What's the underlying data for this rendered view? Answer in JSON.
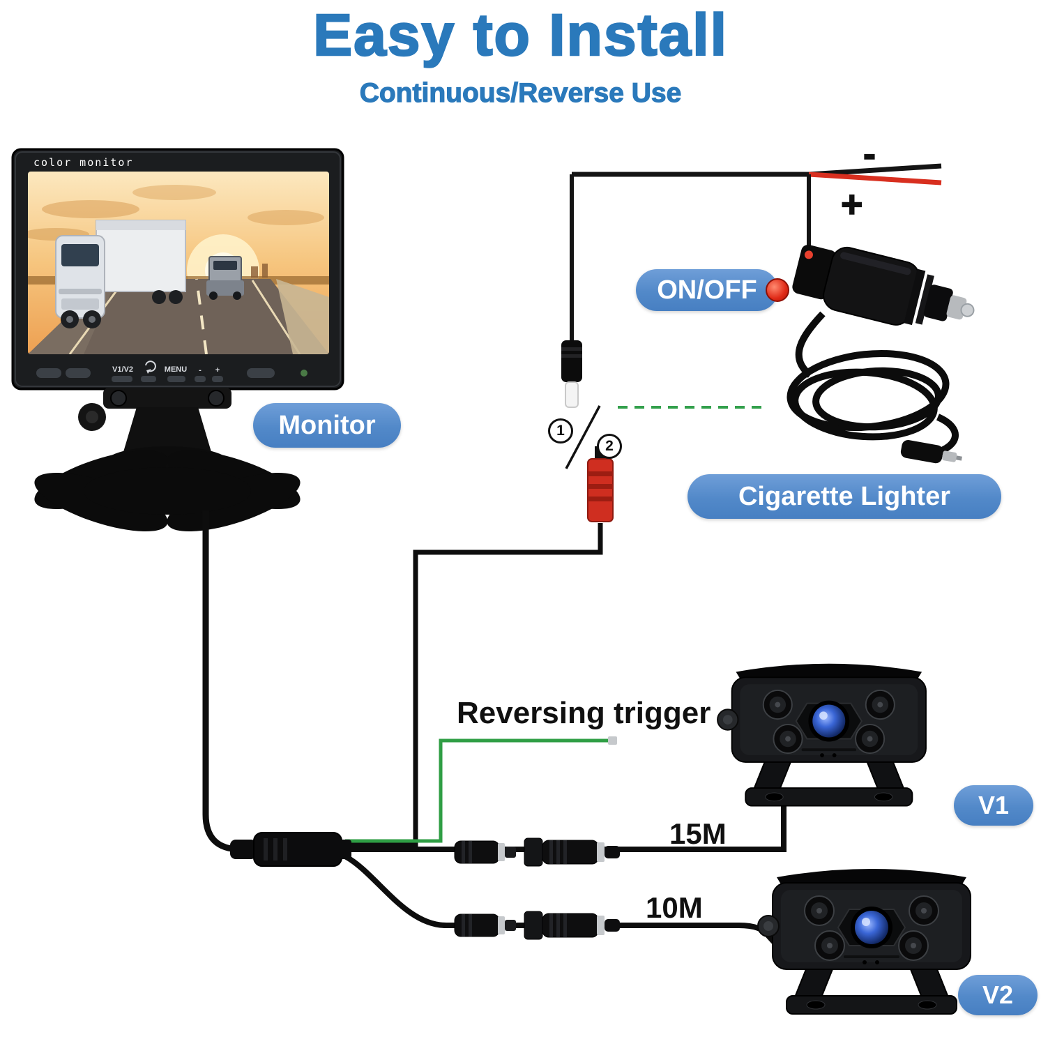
{
  "page": {
    "title": "Easy to Install",
    "subtitle": "Continuous/Reverse Use"
  },
  "monitor": {
    "label": "Monitor",
    "bezel_text": "color monitor",
    "buttons": {
      "input": "V1/V2",
      "menu": "MENU",
      "minus": "-",
      "plus": "+"
    }
  },
  "power": {
    "on_off_label": "ON/OFF",
    "device_label": "Cigarette Lighter",
    "wire_negative": "-",
    "wire_positive": "+",
    "step_1": "1",
    "step_2": "2"
  },
  "trigger": {
    "label": "Reversing trigger"
  },
  "cameras": {
    "v1": {
      "label": "V1",
      "cable_length": "15M"
    },
    "v2": {
      "label": "V2",
      "cable_length": "10M"
    }
  },
  "icons": {
    "monitor_loop": "loop-arrow-icon",
    "power_indicator": "red-dot-indicator"
  },
  "colors": {
    "title_blue": "#2a79bb",
    "pill_blue": "#5289c9",
    "wire_green": "#2f9e44",
    "wire_red": "#d82f1f",
    "connector_red": "#cf2e20"
  }
}
